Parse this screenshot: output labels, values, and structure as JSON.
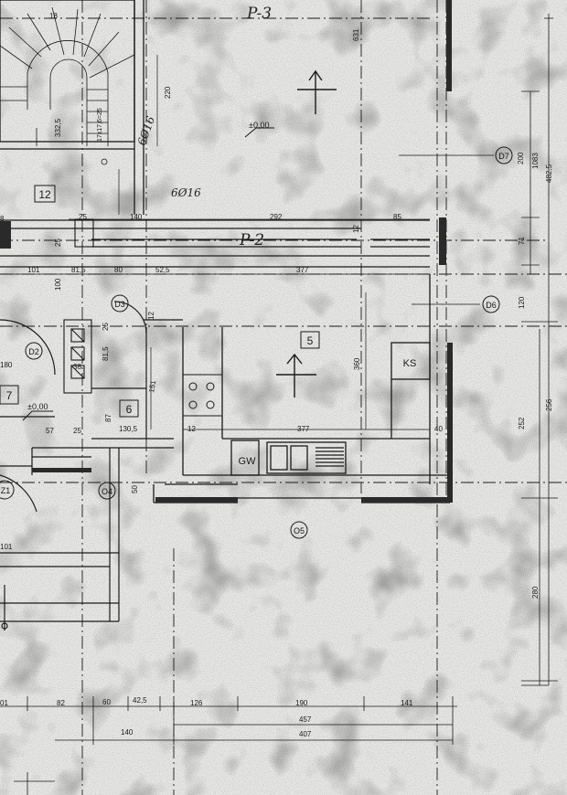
{
  "colors": {
    "paper": "#e6e6e4",
    "ink": "#1a1a1a",
    "speckle": "#b9b9b7"
  },
  "rooms": {
    "r12": "12",
    "r7": "7",
    "r5": "5",
    "r6": "6"
  },
  "axes": {
    "p3": "P-3",
    "p2": "P-2"
  },
  "handwritten": {
    "bar1": "6Ø16",
    "bar2": "6Ø16"
  },
  "labels": {
    "ks": "KS",
    "gw": "GW",
    "level_a": "±0,00",
    "level_b": "±0,00",
    "stair": "17x17,6=25"
  },
  "circles": {
    "d7": "D7",
    "d6": "D6",
    "d3": "D3",
    "d2": "D2",
    "o4": "O4",
    "o5": "O5",
    "z1": "Z1"
  },
  "dims": {
    "d631": "631",
    "d220": "220",
    "d332": "332,5",
    "d18": "18",
    "d25a": "25",
    "d140a": "140",
    "d292": "292",
    "d12a": "12",
    "d85": "85",
    "d8": "8",
    "d25b": "25",
    "d101": "101",
    "d815a": "81,5",
    "d80": "80",
    "d525": "52,5",
    "d377a": "377",
    "d100": "100",
    "d25c": "25",
    "d815b": "81,5",
    "d38": "38",
    "d12b": "12",
    "d180": "180",
    "d360": "360",
    "d151": "151",
    "d57": "57",
    "d25d": "25",
    "d87": "87",
    "d1305": "130,5",
    "d12c": "12",
    "d377b": "377",
    "d40": "40",
    "d50": "50",
    "d101b": "101",
    "v200": "200",
    "v1083": "1083",
    "v4825": "482,5",
    "v71": "71",
    "v120": "120",
    "v252": "252",
    "v256": "256",
    "v280": "280",
    "b01": "01",
    "b82": "82",
    "b60": "60",
    "b425": "42,5",
    "b126": "126",
    "b190": "190",
    "b141": "141",
    "b457": "457",
    "b407": "407",
    "b140": "140"
  }
}
